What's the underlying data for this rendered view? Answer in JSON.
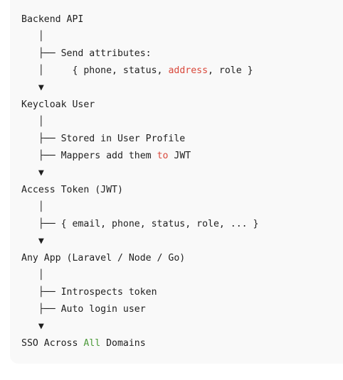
{
  "diagram": {
    "lines": [
      "Backend API",
      "   │",
      "   ├── Send attributes:",
      "   │     { phone, status, address, role }",
      "   ▼",
      "Keycloak User",
      "   │",
      "   ├── Stored in User Profile",
      "   ├── Mappers add them to JWT",
      "   ▼",
      "Access Token (JWT)",
      "   │",
      "   ├── { email, phone, status, role, ... }",
      "   ▼",
      "Any App (Laravel / Node / Go)",
      "   │",
      "   ├── Introspects token",
      "   ├── Auto login user",
      "   ▼",
      "SSO Across All Domains"
    ],
    "highlights": [
      {
        "line": 3,
        "text": "address",
        "color": "#d9483b"
      },
      {
        "line": 8,
        "text": "to",
        "color": "#d9483b"
      },
      {
        "line": 19,
        "text": "All",
        "color": "#4c9a3a"
      }
    ]
  }
}
